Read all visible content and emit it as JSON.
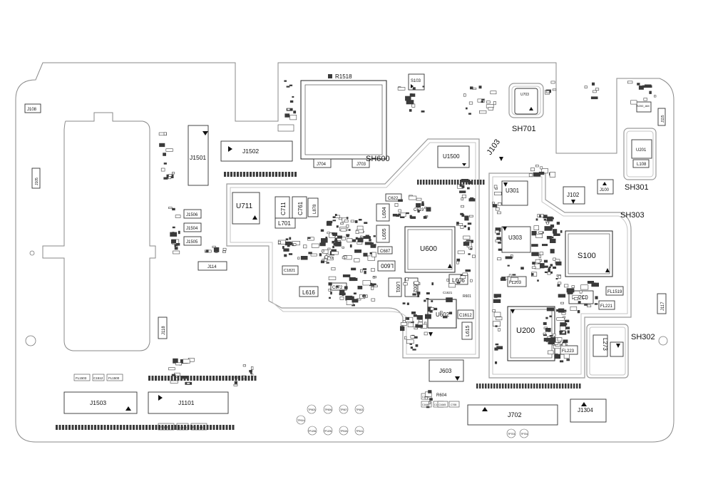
{
  "components": {
    "R1518": "R1518",
    "S103": "S103",
    "U703": "U703",
    "SH701": "SH701",
    "J108": "J108",
    "J1501": "J1501",
    "J1502": "J1502",
    "J105": "J105",
    "SH600": "SH600",
    "U1500": "U1500",
    "J103": "J103",
    "SH301": "SH301",
    "U201": "U201",
    "L108": "L108",
    "J115": "J115",
    "FL1512": "FL1512",
    "J704": "J704",
    "J703": "J703",
    "U711": "U711",
    "C711": "C711",
    "C761": "C761",
    "L878": "L878",
    "L701": "L701",
    "U301": "U301",
    "J102": "J102",
    "J100": "J100",
    "SH303": "SH303",
    "U303": "U303",
    "S100": "S100",
    "U600": "U600",
    "L604": "L604",
    "L605": "L605",
    "C687": "C687",
    "L600": "L600",
    "C622": "C622",
    "C619": "C619",
    "L606": "L606",
    "L602": "L602",
    "L601": "L601",
    "J1506": "J1506",
    "J1504": "J1504",
    "J1505": "J1505",
    "J114": "J114",
    "C1821": "C1821",
    "L616": "L616",
    "C872": "C872",
    "FL203": "FL203",
    "FL200": "FL200",
    "FL221": "FL221",
    "FL1519": "FL1519",
    "U200": "U200",
    "FL223": "FL223",
    "SH302": "SH302",
    "L273": "L273",
    "U602": "U602",
    "C1612": "C1612",
    "L615": "L615",
    "C1621": "C1621",
    "R601": "R601",
    "J118": "J118",
    "J117": "J117",
    "J603": "J603",
    "FL1503": "FL1503",
    "FL1500": "FL1500",
    "C1512": "C1512",
    "J1503": "J1503",
    "J1101": "J1101",
    "R604": "R604",
    "FL1102": "FL1102",
    "FL1101": "FL1101",
    "FL1110": "FL1110",
    "J702": "J702",
    "J1304": "J1304",
    "TP603": "TP603",
    "TP606": "TP606",
    "TP607": "TP607",
    "TP602": "TP602",
    "TP614": "TP614",
    "TP1206": "TP1206",
    "TP1205": "TP1205",
    "TP615": "TP615",
    "TP611": "TP611",
    "TP703": "TP703",
    "TP704": "TP704",
    "C1646": "C1646",
    "C1648": "C1648",
    "C1649": "C1649",
    "C1645": "C1645",
    "C765": "C765",
    "S200": "S200_AM"
  }
}
